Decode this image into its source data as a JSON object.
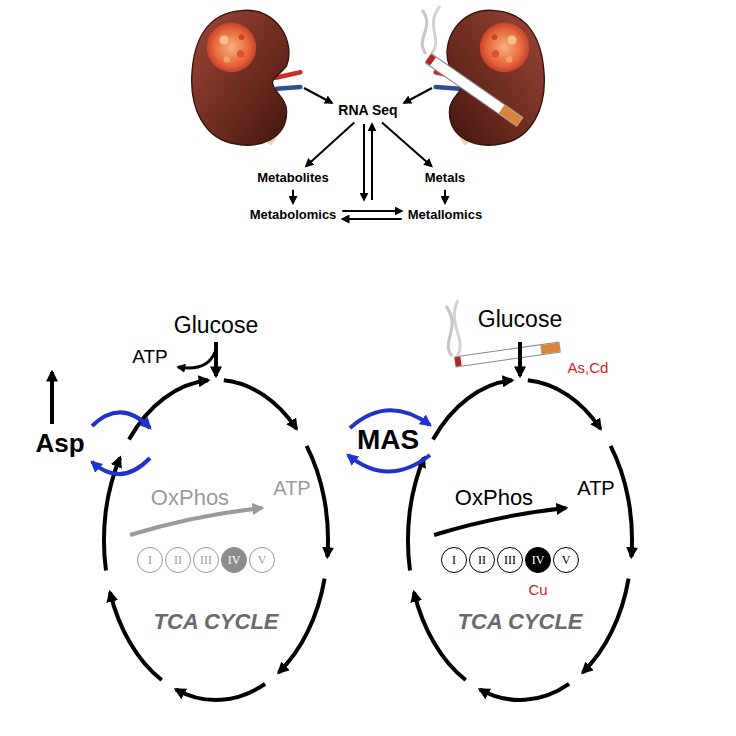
{
  "diagram": {
    "nodes": [
      {
        "text": [
          "RNA Seq"
        ]
      },
      {
        "text": [
          "Metabolites"
        ]
      },
      {
        "text": [
          "Metals"
        ]
      },
      {
        "text": [
          "Metabolomics"
        ]
      },
      {
        "text": [
          "Metallomics"
        ]
      },
      {
        "text": [
          "I"
        ]
      },
      {
        "text": [
          "II"
        ]
      },
      {
        "text": [
          "III"
        ]
      },
      {
        "text": [
          "IV"
        ]
      },
      {
        "text": [
          "V"
        ]
      },
      {
        "text": [
          "I"
        ]
      },
      {
        "text": [
          "II"
        ]
      },
      {
        "text": [
          "III"
        ]
      },
      {
        "text": [
          "IV"
        ]
      },
      {
        "text": [
          "V"
        ]
      }
    ],
    "edges": [
      {
        "from": 0,
        "to": 1,
        "arrow": "to"
      },
      {
        "from": 0,
        "to": 2,
        "arrow": "to"
      },
      {
        "from": 1,
        "to": 3,
        "arrow": "to"
      },
      {
        "from": 2,
        "to": 4,
        "arrow": "to"
      },
      {
        "from": 3,
        "to": 4,
        "arrow": "to"
      },
      {
        "from": 4,
        "to": 3,
        "arrow": "to"
      }
    ],
    "labels": [
      "Glucose",
      "ATP",
      "Asp",
      "OxPhos",
      "ATP",
      "TCA CYCLE",
      "Glucose",
      "As,Cd",
      "MAS",
      "OxPhos",
      "ATP",
      "Cu",
      "TCA CYCLE"
    ]
  }
}
